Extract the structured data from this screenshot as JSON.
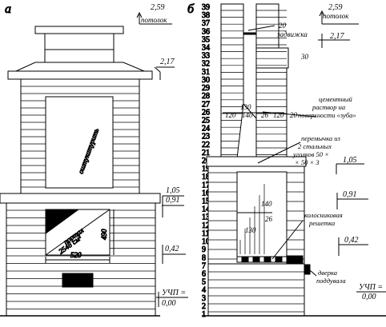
{
  "panels": {
    "a": {
      "label": "а",
      "levels": [
        {
          "value": "2,59",
          "caption": "потолок"
        },
        {
          "value": "2,17",
          "caption": ""
        },
        {
          "value": "1,05",
          "caption": ""
        },
        {
          "value": "0,91",
          "caption": ""
        },
        {
          "value": "0,42",
          "caption": ""
        },
        {
          "value": "0,00",
          "caption": "УЧП ="
        }
      ],
      "texts": {
        "vertical": "оштукатурить",
        "portal_line1": "портал",
        "portal_line2": "2548 см²",
        "dim_width": "520",
        "dim_height": "490"
      }
    },
    "b": {
      "label": "б",
      "rows": [
        "1",
        "2",
        "3",
        "4",
        "5",
        "6",
        "7",
        "8",
        "9",
        "10",
        "11",
        "12",
        "13",
        "14",
        "15",
        "16",
        "17",
        "18",
        "19",
        "20",
        "21",
        "22",
        "23",
        "24",
        "25",
        "26",
        "27",
        "28",
        "29",
        "30",
        "31",
        "32",
        "33",
        "34",
        "35",
        "36",
        "37",
        "38",
        "39"
      ],
      "levels": [
        {
          "value": "2,59",
          "caption": "потолок"
        },
        {
          "value": "2,17",
          "caption": ""
        },
        {
          "value": "1,05",
          "caption": ""
        },
        {
          "value": "0,91",
          "caption": ""
        },
        {
          "value": "0,42",
          "caption": ""
        },
        {
          "value": "0,00",
          "caption": "УЧП ="
        }
      ],
      "dims": {
        "d20_top": "20",
        "d30": "30",
        "d120_left": "120",
        "d140_top": "140",
        "d130_top": "130",
        "d26_top": "26",
        "d120_right": "120",
        "d20_right": "20",
        "d140_bottom": "140",
        "d26_bottom": "26",
        "d130_bottom": "130"
      },
      "notes": {
        "zadvizhka": "задвижка",
        "cement_line1": "цементный",
        "cement_line2": "раствор на",
        "cement_line3": "поверхности «зуба»",
        "perem_line1": "перемычка из",
        "perem_line2": "2 стальных",
        "perem_line3": "уголков 50 ×",
        "perem_line4": "× 50 × 3",
        "grate_line1": "колосниковая",
        "grate_line2": "решетка",
        "door_line1": "дверка",
        "door_line2": "поддувала"
      }
    }
  }
}
